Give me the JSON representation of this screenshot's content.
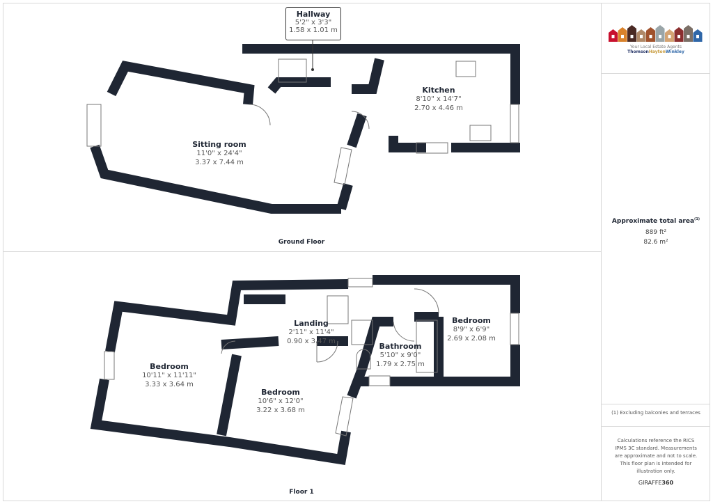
{
  "logo": {
    "tagline": "Your Local Estate Agents",
    "brand_1": "Thomson",
    "brand_2": "Hayton",
    "brand_3": "Winkley",
    "colors": [
      "#c8102e",
      "#d9822b",
      "#4a2a24",
      "#b08968",
      "#a0522d",
      "#9aa5a8",
      "#d4a373",
      "#8b2e2e",
      "#7b6f66",
      "#2f67a8"
    ]
  },
  "ground_floor": {
    "label": "Ground Floor",
    "rooms": [
      {
        "name": "Hallway",
        "imperial": "5'2\" x 3'3\"",
        "metric": "1.58 x 1.01 m"
      },
      {
        "name": "Kitchen",
        "imperial": "8'10\" x 14'7\"",
        "metric": "2.70 x 4.46 m"
      },
      {
        "name": "Sitting room",
        "imperial": "11'0\" x 24'4\"",
        "metric": "3.37 x 7.44 m"
      }
    ]
  },
  "floor_1": {
    "label": "Floor 1",
    "rooms": [
      {
        "name": "Landing",
        "imperial": "2'11\" x 11'4\"",
        "metric": "0.90 x 3.47 m"
      },
      {
        "name": "Bedroom",
        "imperial": "8'9\" x 6'9\"",
        "metric": "2.69 x 2.08 m"
      },
      {
        "name": "Bathroom",
        "imperial": "5'10\" x 9'0\"",
        "metric": "1.79 x 2.75 m"
      },
      {
        "name": "Bedroom",
        "imperial": "10'11\" x 11'11\"",
        "metric": "3.33 x 3.64 m"
      },
      {
        "name": "Bedroom",
        "imperial": "10'6\" x 12'0\"",
        "metric": "3.22 x 3.68 m"
      }
    ]
  },
  "area": {
    "title": "Approximate total area",
    "superscript": "(1)",
    "imperial": "889 ft²",
    "metric": "82.6 m²"
  },
  "footnote": "(1) Excluding balconies and terraces",
  "disclaimer": "Calculations reference the RICS IPMS 3C standard. Measurements are approximate and not to scale. This floor plan is intended for illustration only.",
  "brand_footer": {
    "part1": "GIRAFFE",
    "part2": "360"
  },
  "wall_color": "#1f2633"
}
